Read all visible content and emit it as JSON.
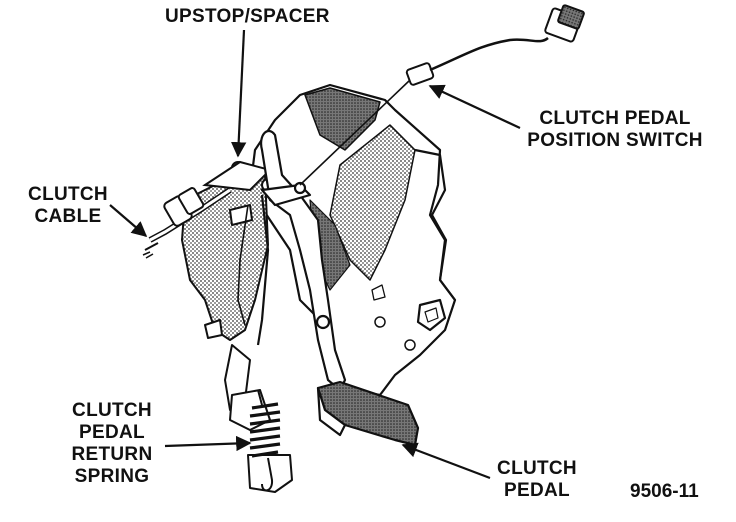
{
  "labels": {
    "upstop_spacer": "UPSTOP/SPACER",
    "clutch_cable": [
      "CLUTCH",
      "CABLE"
    ],
    "clutch_pedal_position_switch": [
      "CLUTCH PEDAL",
      "POSITION SWITCH"
    ],
    "clutch_pedal_return_spring": [
      "CLUTCH",
      "PEDAL",
      "RETURN",
      "SPRING"
    ],
    "clutch_pedal": [
      "CLUTCH",
      "PEDAL"
    ]
  },
  "figure_number": "9506-11"
}
